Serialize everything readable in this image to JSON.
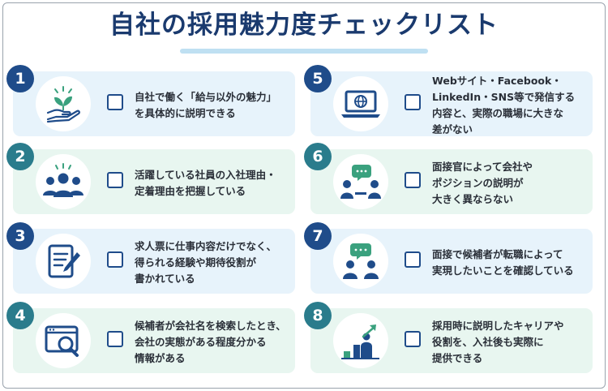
{
  "title": "自社の採用魅力度チェックリスト",
  "items": [
    {
      "num": "1",
      "text": "自社で働く「給与以外の魅力」\nを具体的に説明できる",
      "icon": "plant-in-hand-icon"
    },
    {
      "num": "2",
      "text": "活躍している社員の入社理由・\n定着理由を把握している",
      "icon": "team-icon"
    },
    {
      "num": "3",
      "text": "求人票に仕事内容だけでなく、\n得られる経験や期待役割が\n書かれている",
      "icon": "document-pen-icon"
    },
    {
      "num": "4",
      "text": "候補者が会社名を検索したとき、\n会社の実態がある程度分かる\n情報がある",
      "icon": "browser-search-icon"
    },
    {
      "num": "5",
      "text": "Webサイト・Facebook・\nLinkedIn・SNS等で発信する\n内容と、実際の職場に大きな\n差がない",
      "icon": "laptop-globe-icon"
    },
    {
      "num": "6",
      "text": "面接官によって会社や\nポジションの説明が\n大きく異ならない",
      "icon": "interview-icon"
    },
    {
      "num": "7",
      "text": "面接で候補者が転職によって\n実現したいことを確認している",
      "icon": "conversation-icon"
    },
    {
      "num": "8",
      "text": "採用時に説明したキャリアや\n役割を、入社後も実際に\n提供できる",
      "icon": "growth-chart-icon"
    }
  ],
  "colors": {
    "title": "#1a3a6e",
    "number_dark": "#1f4c8a",
    "number_teal": "#2a7c8c",
    "card_blue": "#e7f3fb",
    "card_green": "#e8f6f0",
    "icon": "#1f4c8a",
    "accent_green": "#3aa17e"
  }
}
